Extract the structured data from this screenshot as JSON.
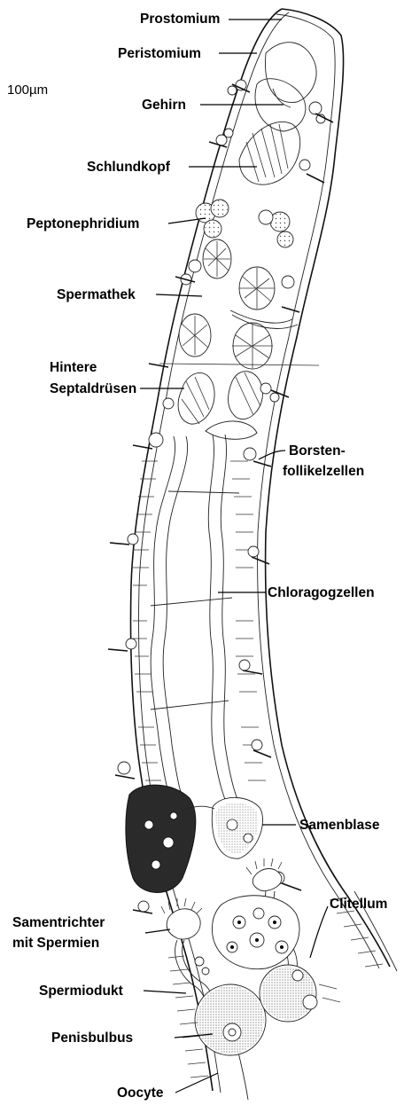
{
  "scale_label": "100µm",
  "labels": {
    "prostomium": "Prostomium",
    "peristomium": "Peristomium",
    "gehirn": "Gehirn",
    "schlundkopf": "Schlundkopf",
    "peptonephridium": "Peptonephridium",
    "spermathek": "Spermathek",
    "hintere_1": "Hintere",
    "hintere_2": "Septaldrüsen",
    "borsten_1": "Borsten-",
    "borsten_2": "follikelzellen",
    "chloragog": "Chloragogzellen",
    "samenblase": "Samenblase",
    "clitellum": "Clitellum",
    "samentrichter_1": "Samentrichter",
    "samentrichter_2": "mit Spermien",
    "spermiodukt": "Spermiodukt",
    "penisbulbus": "Penisbulbus",
    "oocyte": "Oocyte"
  }
}
